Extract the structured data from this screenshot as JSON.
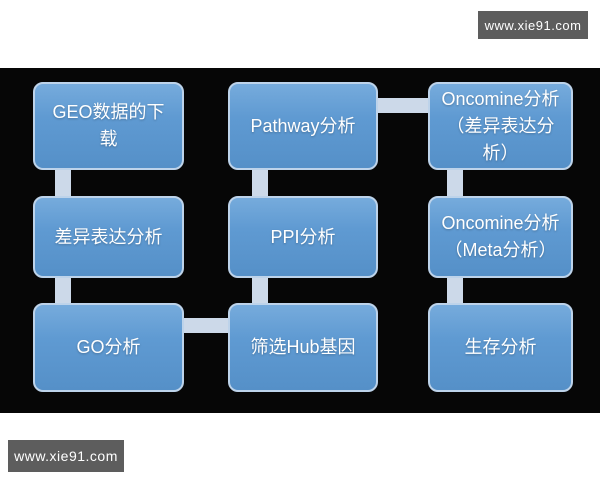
{
  "watermarks": {
    "top": "www.xie91.com",
    "bottom": "www.xie91.com"
  },
  "colors": {
    "background": "#ffffff",
    "panel_background": "#060606",
    "node_fill": "#5b97d0",
    "node_border": "#bdd3ea",
    "node_text": "#ffffff",
    "connector": "#ccd9e9",
    "watermark_background": "#5d5d5d",
    "watermark_text": "#ffffff"
  },
  "diagram": {
    "type": "flowchart",
    "nodes": [
      {
        "id": "geo-download",
        "label": "GEO数据的下载",
        "col": 0,
        "row": 0
      },
      {
        "id": "deg-analysis",
        "label": "差异表达分析",
        "col": 0,
        "row": 1
      },
      {
        "id": "go-analysis",
        "label": "GO分析",
        "col": 0,
        "row": 2
      },
      {
        "id": "pathway",
        "label": "Pathway分析",
        "col": 1,
        "row": 0
      },
      {
        "id": "ppi",
        "label": "PPI分析",
        "col": 1,
        "row": 1
      },
      {
        "id": "hub-genes",
        "label": "筛选Hub基因",
        "col": 1,
        "row": 2
      },
      {
        "id": "oncomine-deg",
        "label": "Oncomine分析（差异表达分析）",
        "col": 2,
        "row": 0
      },
      {
        "id": "oncomine-meta",
        "label": "Oncomine分析（Meta分析）",
        "col": 2,
        "row": 1
      },
      {
        "id": "survival",
        "label": "生存分析",
        "col": 2,
        "row": 2
      }
    ],
    "edges": [
      {
        "from": "geo-download",
        "to": "deg-analysis",
        "orientation": "vertical"
      },
      {
        "from": "deg-analysis",
        "to": "go-analysis",
        "orientation": "vertical"
      },
      {
        "from": "go-analysis",
        "to": "hub-genes",
        "orientation": "horizontal"
      },
      {
        "from": "pathway",
        "to": "ppi",
        "orientation": "vertical"
      },
      {
        "from": "ppi",
        "to": "hub-genes",
        "orientation": "vertical"
      },
      {
        "from": "pathway",
        "to": "oncomine-deg",
        "orientation": "horizontal"
      },
      {
        "from": "oncomine-deg",
        "to": "oncomine-meta",
        "orientation": "vertical"
      },
      {
        "from": "oncomine-meta",
        "to": "survival",
        "orientation": "vertical"
      }
    ]
  }
}
